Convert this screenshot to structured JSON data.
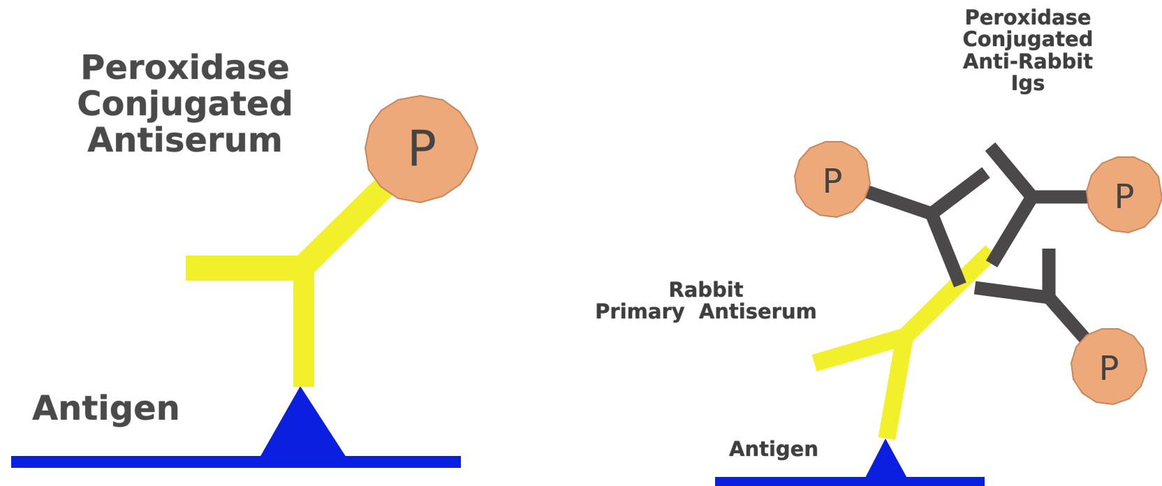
{
  "left_panel": {
    "enzyme_label": [
      "Peroxidase",
      "Conjugated",
      "Antiserum"
    ],
    "antigen_label": "Antigen",
    "enzyme_symbol": "P"
  },
  "right_panel": {
    "enzyme_label": [
      "Peroxidase",
      "Conjugated",
      "Anti-Rabbit",
      "Igs"
    ],
    "primary_label": [
      "Rabbit",
      "Primary  Antiserum"
    ],
    "antigen_label": "Antigen",
    "enzyme_symbol": "P"
  },
  "colors": {
    "antigen": "#0b1fe0",
    "primary_antibody": "#f2f02a",
    "secondary_antibody": "#4a4848",
    "peroxidase": "#eda97a",
    "peroxidase_outline": "#c8865a"
  }
}
